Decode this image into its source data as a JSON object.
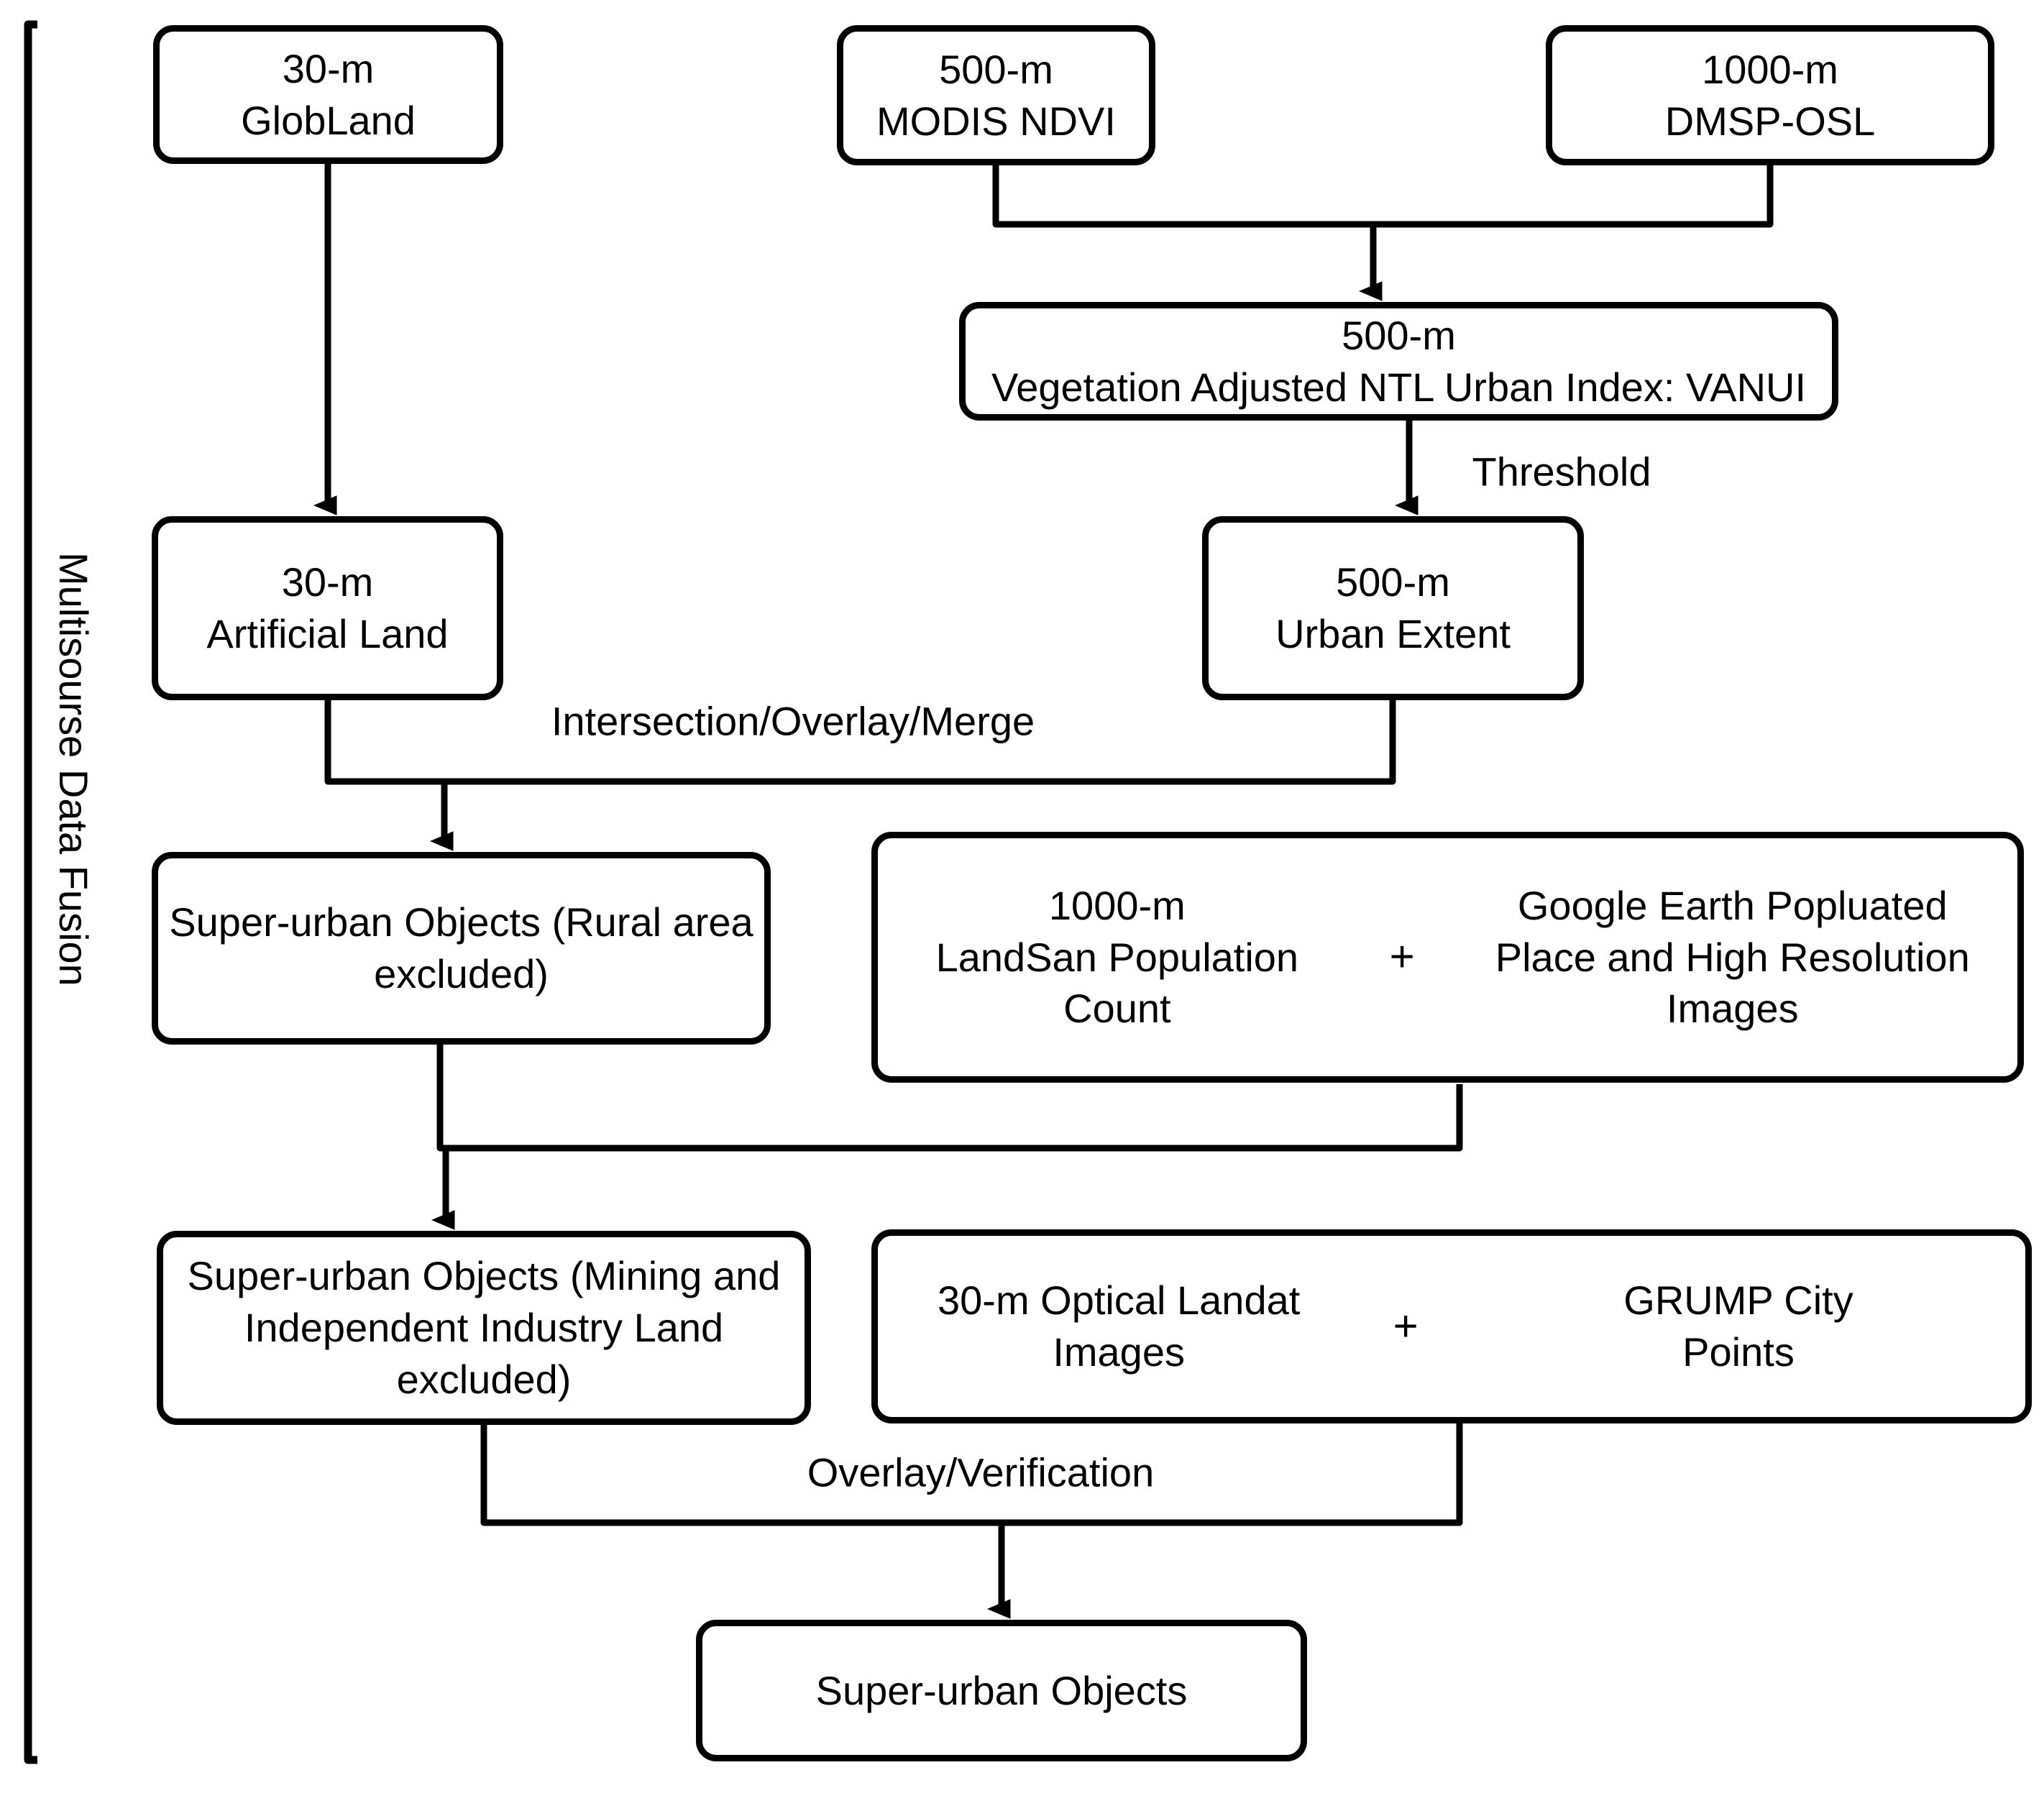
{
  "side_label": "Multisourse Data Fusion",
  "nodes": {
    "globland": {
      "lines": [
        "30-m",
        "GlobLand"
      ]
    },
    "modis_ndvi": {
      "lines": [
        "500-m",
        "MODIS NDVI"
      ]
    },
    "dmsp_osl": {
      "lines": [
        "1000-m",
        "DMSP-OSL"
      ]
    },
    "vanui": {
      "lines": [
        "500-m",
        "Vegetation Adjusted NTL Urban Index: VANUI"
      ]
    },
    "artificial_land": {
      "lines": [
        "30-m",
        "Artificial Land"
      ]
    },
    "urban_extent": {
      "lines": [
        "500-m",
        "Urban Extent"
      ]
    },
    "super_urban_rural_excluded": {
      "lines": [
        "Super-urban Objects (Rural area",
        "excluded)"
      ]
    },
    "population_and_google": {
      "left_lines": [
        "1000-m",
        "LandSan Population",
        "Count"
      ],
      "operator": "+",
      "right_lines": [
        "Google Earth Popluated",
        "Place and High Resolution",
        "Images"
      ]
    },
    "super_urban_mining_excluded": {
      "lines": [
        "Super-urban Objects (Mining and",
        "Independent Industry Land",
        "excluded)"
      ]
    },
    "landsat_and_grump": {
      "left_lines": [
        "30-m Optical Landat",
        "Images"
      ],
      "operator": "+",
      "right_lines": [
        "GRUMP City",
        "Points"
      ]
    },
    "super_urban_objects": {
      "lines": [
        "Super-urban Objects"
      ]
    }
  },
  "edge_labels": {
    "threshold": "Threshold",
    "intersection_overlay_merge": "Intersection/Overlay/Merge",
    "overlay_verification": "Overlay/Verification"
  },
  "colors": {
    "stroke": "#000000",
    "background": "#ffffff",
    "node_fill": "#ffffff"
  }
}
